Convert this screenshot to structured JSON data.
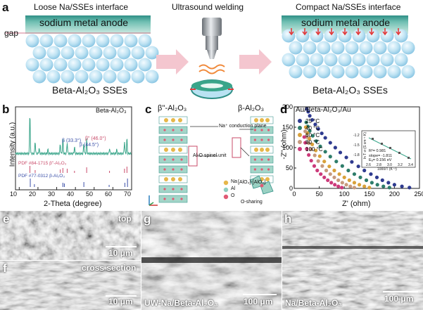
{
  "panel_a": {
    "letter": "a",
    "left_title": "Loose Na/SSEs interface",
    "center_title": "Ultrasound welding",
    "right_title": "Compact Na/SSEs interface",
    "gap_label": "gap",
    "anode_label": "sodium metal anode",
    "sse_label_left": "Beta-Al₂O₃ SSEs",
    "sse_label_right": "Beta-Al₂O₃ SSEs"
  },
  "panel_b": {
    "letter": "b",
    "sample_label": "Beta-Al₂O₃",
    "peak_labels": [
      "β (33.3°)",
      "β\" (46.0°)",
      "β (44.5°)"
    ],
    "pdf1": "PDF #84-1715  β\"-Al₂O₃",
    "pdf2": "PDF #77-0312  β-Al₂O₃",
    "ylabel": "Intensity (a.u.)",
    "xlabel": "2-Theta (degree)",
    "xticks": [
      "10",
      "20",
      "30",
      "40",
      "50",
      "60",
      "70"
    ]
  },
  "panel_c": {
    "letter": "c",
    "left_title": "β''-Al₂O₃",
    "right_title": "β-Al₂O₃",
    "conduction_label": "Na⁺ conduction plane",
    "spinel_label": "Al-O spinel unit",
    "legend_na": "Na",
    "legend_al": "Al",
    "legend_o": "O",
    "sharing_line1": "[AlO₄]-[AlO₄]",
    "sharing_line2": "O-sharing"
  },
  "panel_d": {
    "letter": "d",
    "title": "Au/Beta-Al₂O₃/Au",
    "ylabel": "-Z'' (ohm)",
    "xlabel": "Z' (ohm)",
    "inset_line1": "R²= 0.981",
    "inset_line2": "slope= -1.811",
    "inset_line3": "Eₐ= 0.156 eV",
    "inset_xlabel": "1000/T (K⁻¹)",
    "inset_ylabel": "ln T·σ (S cm⁻¹ K)",
    "inset_xticks": [
      "2.6",
      "2.8",
      "3.0",
      "3.2",
      "3.4"
    ],
    "inset_yticks": [
      "-1.2",
      "-1.5",
      "-1.8"
    ]
  },
  "chart_data": {
    "type": "scatter",
    "title": "Au/Beta-Al₂O₃/Au",
    "xlabel": "Z' (ohm)",
    "ylabel": "-Z'' (ohm)",
    "xlim": [
      0,
      250
    ],
    "ylim": [
      0,
      200
    ],
    "xticks": [
      0,
      50,
      100,
      150,
      200,
      250
    ],
    "yticks": [
      0,
      50,
      100,
      150,
      200
    ],
    "series": [
      {
        "name": "25 °C",
        "color": "#2f3b8f",
        "x": [
          230,
          215,
          200,
          188,
          176,
          165,
          153,
          140,
          128,
          115,
          104,
          92,
          82,
          72,
          62,
          55,
          48,
          42,
          36,
          31,
          28,
          25
        ],
        "y": [
          2,
          5,
          9,
          14,
          20,
          27,
          35,
          44,
          54,
          65,
          76,
          88,
          100,
          112,
          124,
          135,
          146,
          157,
          168,
          178,
          188,
          195
        ]
      },
      {
        "name": "40 °C",
        "color": "#2e7d6a",
        "x": [
          190,
          178,
          166,
          155,
          144,
          132,
          120,
          108,
          96,
          84,
          72,
          62,
          52,
          44,
          37,
          31,
          27,
          24
        ],
        "y": [
          2,
          5,
          9,
          14,
          20,
          27,
          35,
          44,
          55,
          66,
          78,
          90,
          103,
          116,
          129,
          141,
          152,
          162
        ]
      },
      {
        "name": "60 °C",
        "color": "#d9a13b",
        "x": [
          150,
          140,
          130,
          120,
          110,
          100,
          90,
          80,
          70,
          60,
          51,
          43,
          36,
          30,
          26,
          23
        ],
        "y": [
          2,
          5,
          9,
          14,
          20,
          27,
          35,
          44,
          54,
          66,
          79,
          93,
          108,
          122,
          136,
          150
        ]
      },
      {
        "name": "80 °C",
        "color": "#c79a7e",
        "x": [
          120,
          112,
          104,
          96,
          88,
          80,
          72,
          64,
          56,
          48,
          41,
          34,
          29,
          25,
          22
        ],
        "y": [
          2,
          5,
          9,
          14,
          20,
          27,
          35,
          44,
          55,
          67,
          81,
          96,
          111,
          126,
          140
        ]
      },
      {
        "name": "100 °C",
        "color": "#cc3a7a",
        "x": [
          95,
          88,
          81,
          74,
          67,
          60,
          53,
          46,
          40,
          34,
          29,
          25,
          22,
          20
        ],
        "y": [
          2,
          5,
          9,
          14,
          20,
          27,
          35,
          44,
          55,
          68,
          82,
          97,
          112,
          126
        ]
      }
    ]
  },
  "sem": {
    "e": {
      "letter": "e",
      "caption": "top",
      "scale": "10 μm"
    },
    "f": {
      "letter": "f",
      "caption": "cross section",
      "scale": "10 μm"
    },
    "g": {
      "letter": "g",
      "caption": "UW-Na/Beta-Al₂O₃",
      "scale": "100 μm"
    },
    "h": {
      "letter": "h",
      "caption": "Na/Beta-Al₂O₃",
      "scale": "100 μm"
    }
  },
  "colors": {
    "anode_top": "#2f8f86",
    "anode_body": "#9fd3c8",
    "sphere": "#bfe3f3",
    "arrow": "#f4c6cf",
    "xrd_main": "#3aa58a",
    "pdf1": "#c94b6a",
    "pdf2": "#3a4fa8"
  }
}
